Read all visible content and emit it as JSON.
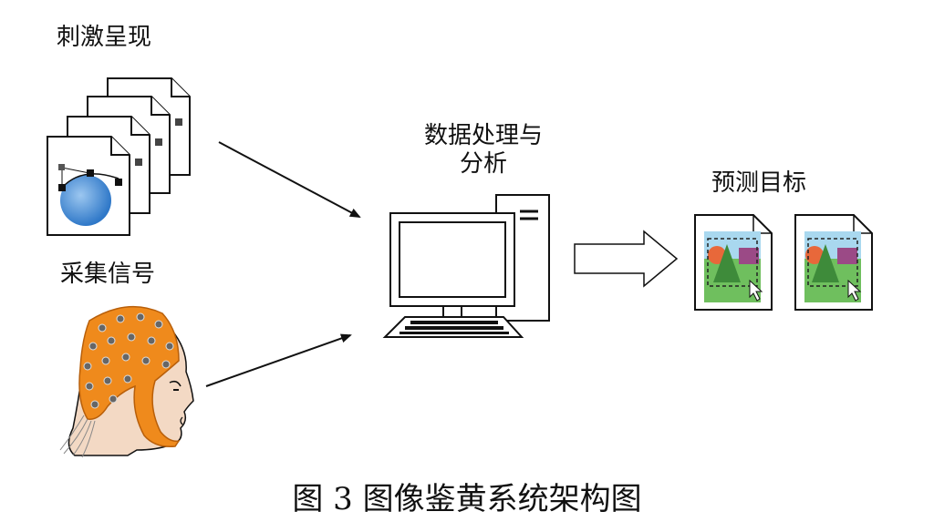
{
  "labels": {
    "stimulus": "刺激呈现",
    "acquisition": "采集信号",
    "processing_line1": "数据处理与",
    "processing_line2": "分析",
    "prediction": "预测目标"
  },
  "caption": "图 3  图像鉴黄系统架构图",
  "colors": {
    "outline": "#111111",
    "circle_blue": "#4a8fd6",
    "cap_orange": "#ef8a1c",
    "skin": "#f3d9c4",
    "thumb_sky": "#a9d8ef",
    "thumb_grass": "#6fbf5e",
    "thumb_tree": "#3e8b3a",
    "thumb_sun": "#e8683a",
    "thumb_box": "#9b4a86"
  },
  "icons": [
    "document-stack-icon",
    "eeg-head-icon",
    "desktop-computer-icon",
    "hollow-arrow-icon",
    "image-document-icon"
  ]
}
